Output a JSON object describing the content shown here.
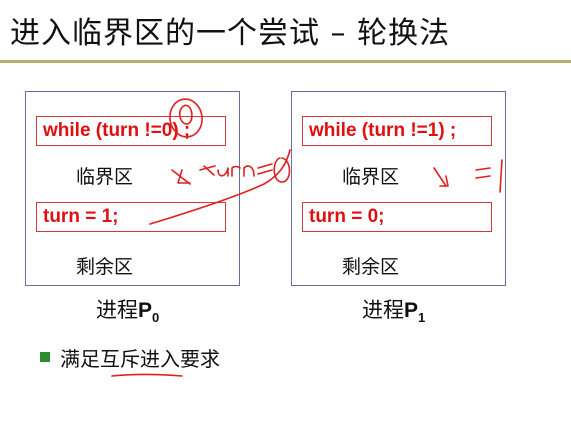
{
  "slide": {
    "title": "进入临界区的一个尝试 – 轮换法"
  },
  "processes": [
    {
      "entry_code": "while (turn !=0) ;",
      "critical_label": "临界区",
      "exit_code": "turn = 1;",
      "remainder_label": "剩余区",
      "caption_prefix": "进程",
      "caption_name": "P",
      "caption_sub": "0"
    },
    {
      "entry_code": "while (turn !=1) ;",
      "critical_label": "临界区",
      "exit_code": "turn = 0;",
      "remainder_label": "剩余区",
      "caption_prefix": "进程",
      "caption_name": "P",
      "caption_sub": "1"
    }
  ],
  "bullet": {
    "text": "满足互斥进入要求"
  },
  "colors": {
    "code_text": "#e01010",
    "code_border": "#d33a3a",
    "process_border": "#6b6ba8",
    "title_rule": "#b8b06a",
    "bullet": "#2e8b2e",
    "handwriting": "#e02020"
  }
}
